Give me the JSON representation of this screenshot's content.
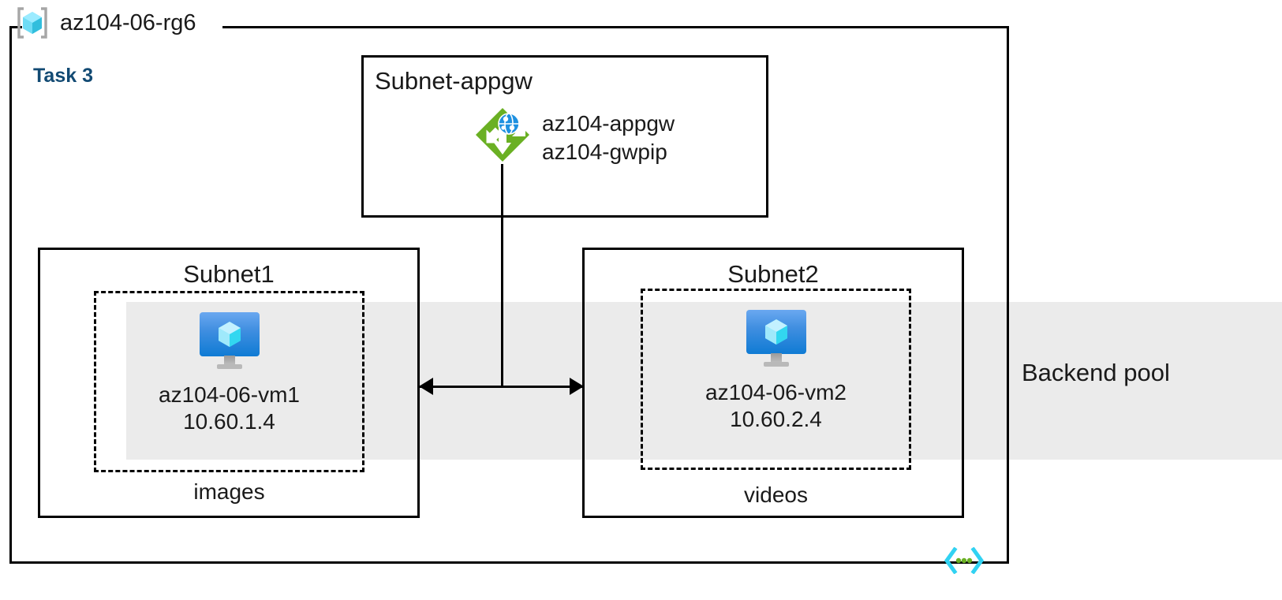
{
  "diagram": {
    "resource_group": {
      "name": "az104-06-rg6",
      "icon": "resource-group-cube-icon"
    },
    "task_label": "Task 3",
    "task_color": "#124a73",
    "backend_pool": {
      "label": "Backend pool",
      "band_color": "#ebebeb"
    },
    "subnets": [
      {
        "title": "Subnet-appgw",
        "title_align": "left",
        "node": {
          "icon": "application-gateway-icon",
          "icon_color": "#6ab023",
          "lines": [
            "az104-appgw",
            "az104-gwpip"
          ]
        }
      },
      {
        "title": "Subnet1",
        "title_align": "center",
        "vm": {
          "icon": "virtual-machine-icon",
          "name": "az104-06-vm1",
          "ip": "10.60.1.4"
        },
        "caption": "images"
      },
      {
        "title": "Subnet2",
        "title_align": "center",
        "vm": {
          "icon": "virtual-machine-icon",
          "name": "az104-06-vm2",
          "ip": "10.60.2.4"
        },
        "caption": "videos"
      }
    ],
    "footer_icon": "code-brackets-icon"
  }
}
